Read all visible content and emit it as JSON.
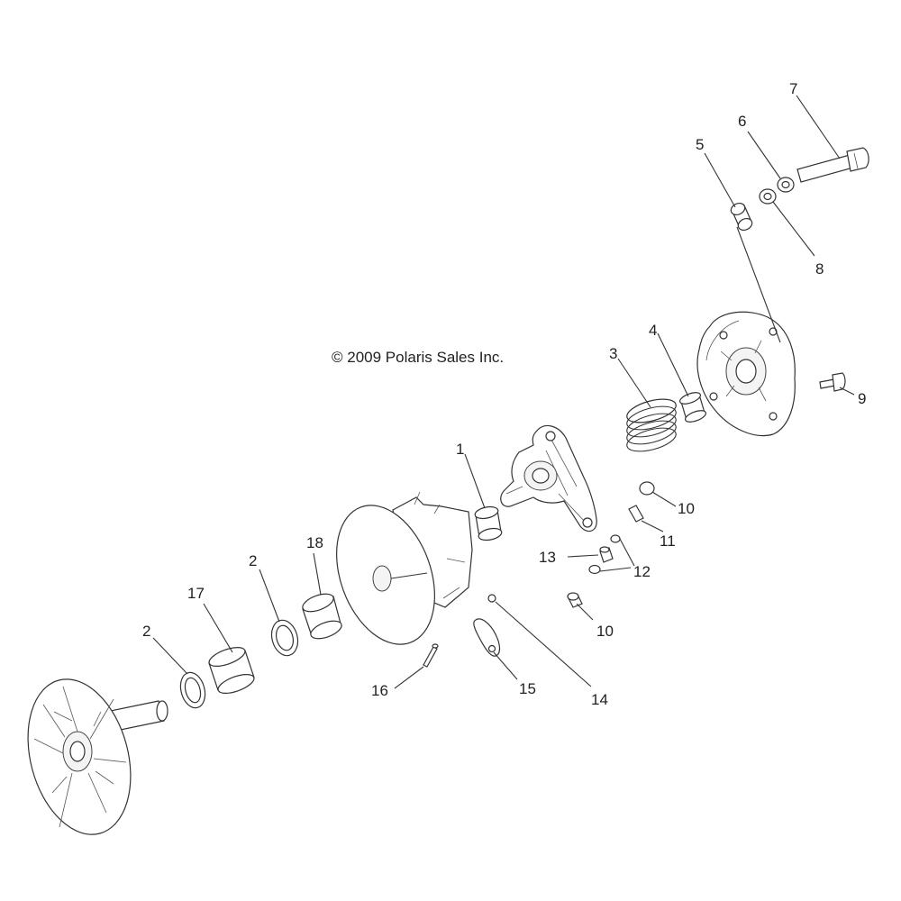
{
  "copyright": "© 2009 Polaris Sales Inc.",
  "callouts": {
    "c1": "1",
    "c2a": "2",
    "c2b": "2",
    "c3": "3",
    "c4": "4",
    "c5": "5",
    "c6": "6",
    "c7": "7",
    "c8": "8",
    "c9": "9",
    "c10a": "10",
    "c10b": "10",
    "c11": "11",
    "c12": "12",
    "c13": "13",
    "c14": "14",
    "c15": "15",
    "c16": "16",
    "c17": "17",
    "c18": "18"
  }
}
